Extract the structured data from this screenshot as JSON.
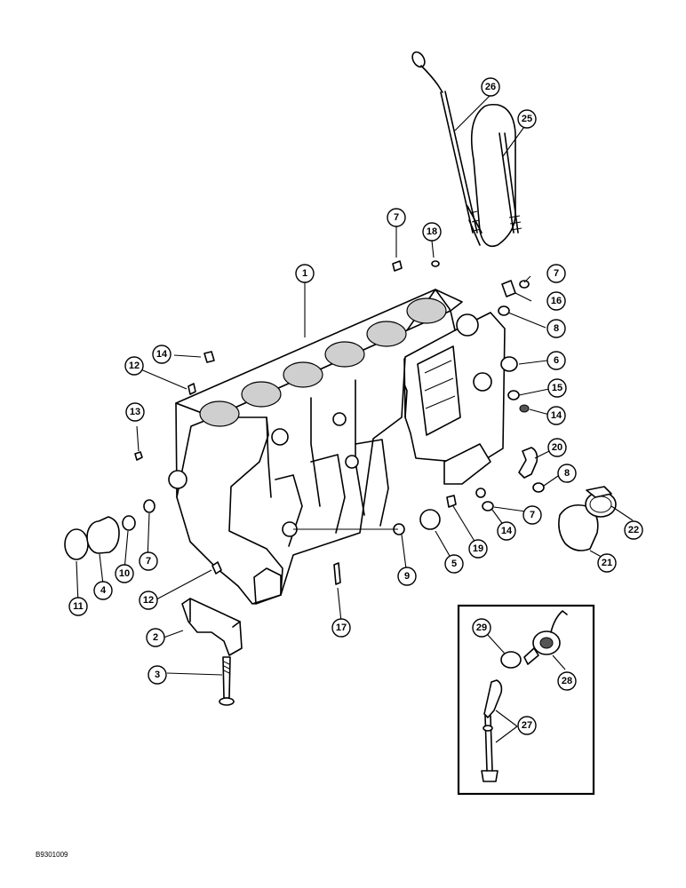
{
  "figure_code": "B9301009",
  "callouts": [
    {
      "id": "c1",
      "label": "1"
    },
    {
      "id": "c2",
      "label": "2"
    },
    {
      "id": "c3",
      "label": "3"
    },
    {
      "id": "c4",
      "label": "4"
    },
    {
      "id": "c5",
      "label": "5"
    },
    {
      "id": "c6",
      "label": "6"
    },
    {
      "id": "c7a",
      "label": "7"
    },
    {
      "id": "c7b",
      "label": "7"
    },
    {
      "id": "c7c",
      "label": "7"
    },
    {
      "id": "c7d",
      "label": "7"
    },
    {
      "id": "c8a",
      "label": "8"
    },
    {
      "id": "c8b",
      "label": "8"
    },
    {
      "id": "c9",
      "label": "9"
    },
    {
      "id": "c10",
      "label": "10"
    },
    {
      "id": "c11",
      "label": "11"
    },
    {
      "id": "c12a",
      "label": "12"
    },
    {
      "id": "c12b",
      "label": "12"
    },
    {
      "id": "c13",
      "label": "13"
    },
    {
      "id": "c14a",
      "label": "14"
    },
    {
      "id": "c14b",
      "label": "14"
    },
    {
      "id": "c14c",
      "label": "14"
    },
    {
      "id": "c15",
      "label": "15"
    },
    {
      "id": "c16",
      "label": "16"
    },
    {
      "id": "c17",
      "label": "17"
    },
    {
      "id": "c18",
      "label": "18"
    },
    {
      "id": "c19",
      "label": "19"
    },
    {
      "id": "c20",
      "label": "20"
    },
    {
      "id": "c21",
      "label": "21"
    },
    {
      "id": "c22",
      "label": "22"
    },
    {
      "id": "c25",
      "label": "25"
    },
    {
      "id": "c26",
      "label": "26"
    },
    {
      "id": "c27",
      "label": "27"
    },
    {
      "id": "c28",
      "label": "28"
    },
    {
      "id": "c29",
      "label": "29"
    }
  ]
}
